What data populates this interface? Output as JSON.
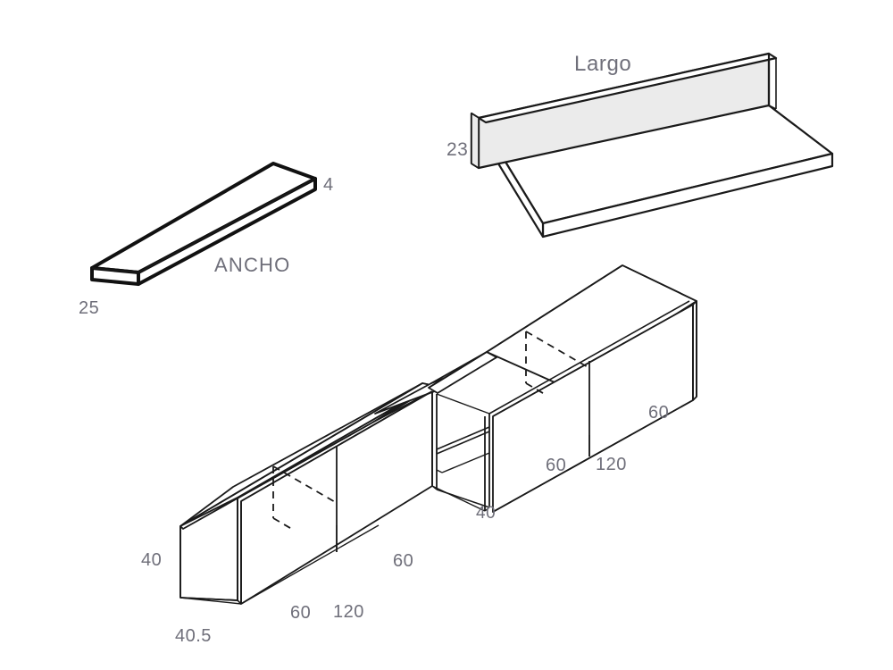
{
  "drawing": {
    "title_hidden": "",
    "background_color": "#ffffff",
    "line_color": "#1a1a1a",
    "thick_line_color": "#111111",
    "panel_fill": "#ffffff",
    "shaded_fill": "#ebebeb",
    "label_color": "#6f6f7a"
  },
  "parts": {
    "board": {
      "name_label": "ANCHO",
      "thickness_label": "4",
      "width_label": "25"
    },
    "shelf": {
      "name_label": "Largo",
      "depth_label": "23"
    },
    "cabinet_run": {
      "height_label": "40",
      "depth_label": "40.5",
      "module_labels": [
        "60",
        "120",
        "60",
        "40",
        "60",
        "120",
        "60"
      ],
      "left_module_width": "60",
      "left_module_total": "120",
      "left_module_second": "60",
      "open_cube_width": "40",
      "right_module_width": "60",
      "right_module_total": "120",
      "right_module_end": "60"
    }
  },
  "labels": {
    "l25": "25",
    "l4": "4",
    "ancho": "ANCHO",
    "largo": "Largo",
    "l23": "23",
    "l40_left": "40",
    "l405": "40.5",
    "l60_a": "60",
    "l120_a": "120",
    "l60_b": "60",
    "l40_mid": "40",
    "l60_c": "60",
    "l120_b": "120",
    "l60_d": "60"
  }
}
